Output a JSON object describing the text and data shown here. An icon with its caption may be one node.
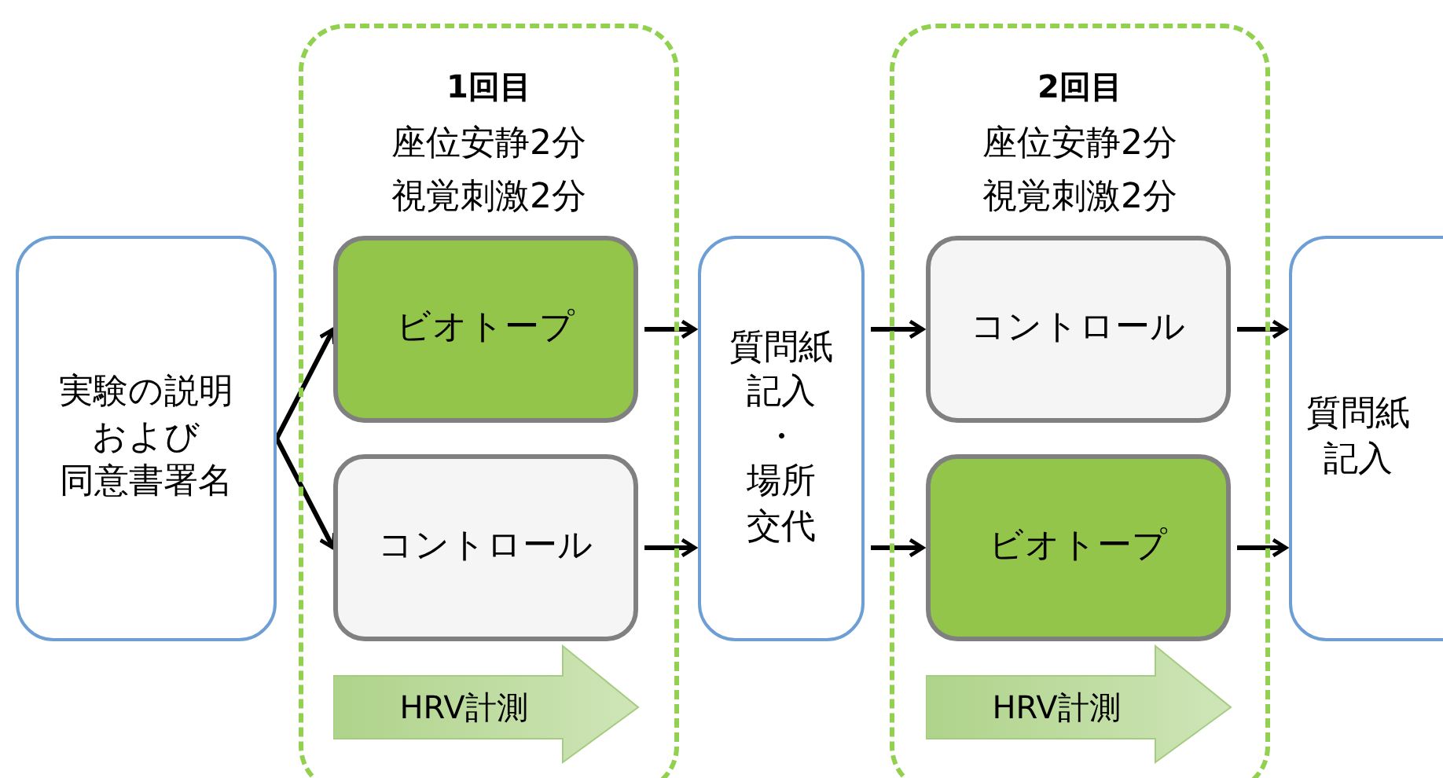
{
  "diagram": {
    "nodes": [
      {
        "text": [
          "実験の説明",
          "および",
          "同意書署名"
        ]
      },
      {
        "text": [
          "1回目",
          "座位安静2分",
          "視覚刺激2分"
        ]
      },
      {
        "text": [
          "ビオトープ"
        ],
        "in": 1
      },
      {
        "text": [
          "コントロール"
        ],
        "in": 1
      },
      {
        "text": [
          "HRV計測"
        ],
        "in": 1
      },
      {
        "text": [
          "質問紙記入",
          "・",
          "場所交代"
        ]
      },
      {
        "text": [
          "2回目",
          "座位安静2分",
          "視覚刺激2分"
        ]
      },
      {
        "text": [
          "コントロール"
        ],
        "in": 6
      },
      {
        "text": [
          "ビオトープ"
        ],
        "in": 6
      },
      {
        "text": [
          "HRV計測"
        ],
        "in": 6
      },
      {
        "text": [
          "質問紙記入"
        ]
      }
    ],
    "edges": [
      {
        "from": 0,
        "to": 2,
        "arrow": "to"
      },
      {
        "from": 0,
        "to": 3,
        "arrow": "to"
      },
      {
        "from": 2,
        "to": 5,
        "arrow": "to"
      },
      {
        "from": 3,
        "to": 5,
        "arrow": "to"
      },
      {
        "from": 5,
        "to": 7,
        "arrow": "to"
      },
      {
        "from": 5,
        "to": 8,
        "arrow": "to"
      },
      {
        "from": 7,
        "to": 10,
        "arrow": "to"
      },
      {
        "from": 8,
        "to": 10,
        "arrow": "to"
      }
    ]
  }
}
